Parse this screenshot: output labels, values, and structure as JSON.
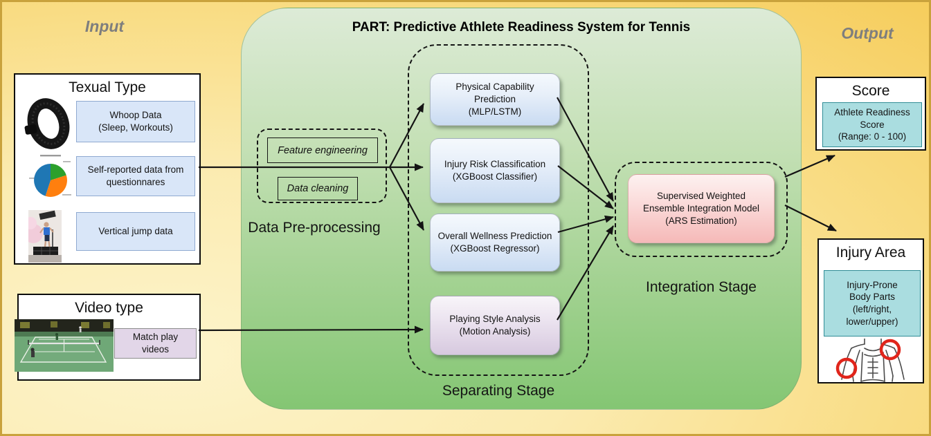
{
  "colors": {
    "background_gold": "#F6CD5C",
    "background_cream": "#FDF4CB",
    "panel_green_top": "#DDEBD7",
    "panel_green_bottom": "#84C673",
    "model_blue": "#C9DBF2",
    "model_purple": "#D7C9DF",
    "model_pink": "#F5B9B8",
    "input_chip_blue": "#D9E6F8",
    "input_chip_lavender": "#E2D6E8",
    "output_chip_teal": "#AADDE0",
    "arrow_black": "#141414",
    "injury_marker_red": "#E0251B"
  },
  "labels": {
    "input": "Input",
    "output": "Output"
  },
  "input_panel": {
    "textual": {
      "title": "Texual Type",
      "items": [
        {
          "label": "Whoop Data\n(Sleep, Workouts)",
          "icon": "whoop-band-image"
        },
        {
          "label": "Self-reported data from\nquestionnares",
          "icon": "questionnaire-pie-chart-image"
        },
        {
          "label": "Vertical jump data",
          "icon": "vertical-jump-photo-image"
        }
      ]
    },
    "video": {
      "title": "Video type",
      "item": {
        "label": "Match play\nvideos",
        "icon": "tennis-match-video-image"
      }
    }
  },
  "system": {
    "title": "PART: Predictive Athlete Readiness System for Tennis",
    "preprocessing": {
      "label": "Data Pre-processing",
      "steps": [
        {
          "label": "Feature engineering"
        },
        {
          "label": "Data cleaning"
        }
      ]
    },
    "separating": {
      "label": "Separating Stage",
      "models": [
        {
          "label": "Physical Capability\nPrediction\n(MLP/LSTM)"
        },
        {
          "label": "Injury Risk Classification\n(XGBoost Classifier)"
        },
        {
          "label": "Overall Wellness Prediction\n(XGBoost Regressor)"
        },
        {
          "label": "Playing Style Analysis\n(Motion Analysis)"
        }
      ]
    },
    "integration": {
      "label": "Integration Stage",
      "model": {
        "label": "Supervised Weighted\nEnsemble Integration Model\n(ARS Estimation)"
      }
    }
  },
  "output_panel": {
    "score": {
      "title": "Score",
      "detail": "Athlete Readiness\nScore\n(Range: 0 - 100)"
    },
    "injury": {
      "title": "Injury Area",
      "detail": "Injury-Prone\nBody Parts\n(left/right,\nlower/upper)",
      "icon": "body-injury-map-image"
    }
  }
}
